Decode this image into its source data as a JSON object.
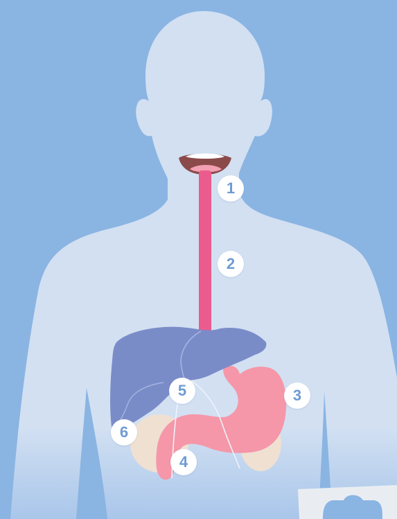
{
  "diagram": {
    "colors": {
      "background": "#8ab4e2",
      "body": "#d2e0f2",
      "esophagus": "#ea5c8e",
      "liver": "#7a8cc8",
      "stomach": "#f597a8",
      "pancreas_bg": "#efe0d2",
      "marker_text": "#6f9bd3"
    },
    "markers": [
      {
        "id": "1",
        "label": "1"
      },
      {
        "id": "2",
        "label": "2"
      },
      {
        "id": "3",
        "label": "3"
      },
      {
        "id": "4",
        "label": "4"
      },
      {
        "id": "5",
        "label": "5"
      },
      {
        "id": "6",
        "label": "6"
      }
    ]
  }
}
